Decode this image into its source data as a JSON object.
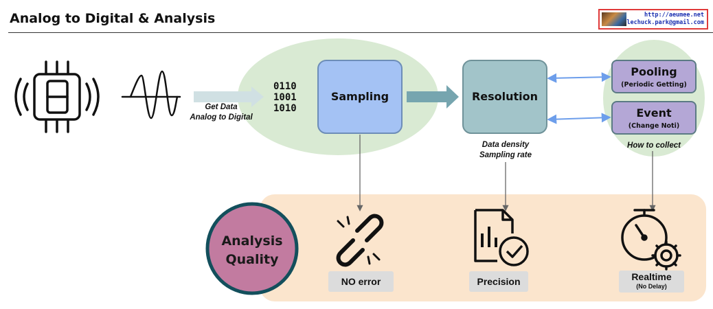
{
  "header": {
    "title": "Analog to Digital & Analysis",
    "credit_url": "http://aeumee.net",
    "credit_email": "lechuck.park@gmail.com"
  },
  "acquisition": {
    "binary_lines": [
      "0110",
      "1001",
      "1010"
    ],
    "convert_label_line1": "Get Data",
    "convert_label_line2": "Analog to Digital"
  },
  "nodes": {
    "sampling": "Sampling",
    "resolution": "Resolution",
    "resolution_note_line1": "Data density",
    "resolution_note_line2": "Sampling rate",
    "pooling": "Pooling",
    "pooling_sub": "(Periodic Getting)",
    "event": "Event",
    "event_sub": "(Change Noti)",
    "collect_note": "How to collect"
  },
  "analysis": {
    "title_line1": "Analysis",
    "title_line2": "Quality",
    "no_error": "NO error",
    "precision": "Precision",
    "realtime": "Realtime",
    "realtime_sub": "(No Delay)"
  },
  "colors": {
    "green_blob": "#d9ead3",
    "peach_panel": "#fbe5cd",
    "sampling_fill": "#a4c2f4",
    "resolution_fill": "#a2c4c9",
    "collect_fill": "#b4a7d6",
    "quality_circle": "#c27ba0",
    "quality_ring": "#134f5c",
    "link_arrow": "#6d9eeb",
    "big_arrow": "#76a5af"
  }
}
